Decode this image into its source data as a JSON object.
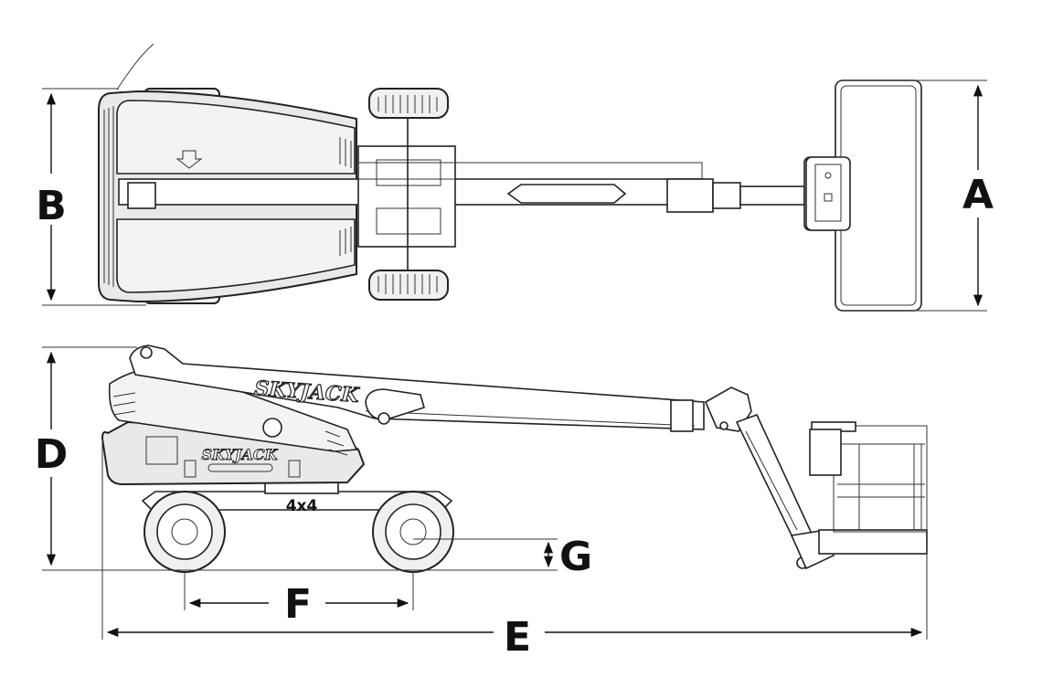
{
  "dimension_labels": {
    "A": "A",
    "B": "B",
    "D": "D",
    "E": "E",
    "F": "F",
    "G": "G"
  },
  "brand": {
    "boom": "SKYJACK",
    "chassis": "SKYJACK"
  },
  "drive_label": "4x4",
  "colors": {
    "line": "#222222",
    "body_fill": "#e9e9e9",
    "background": "#ffffff"
  }
}
